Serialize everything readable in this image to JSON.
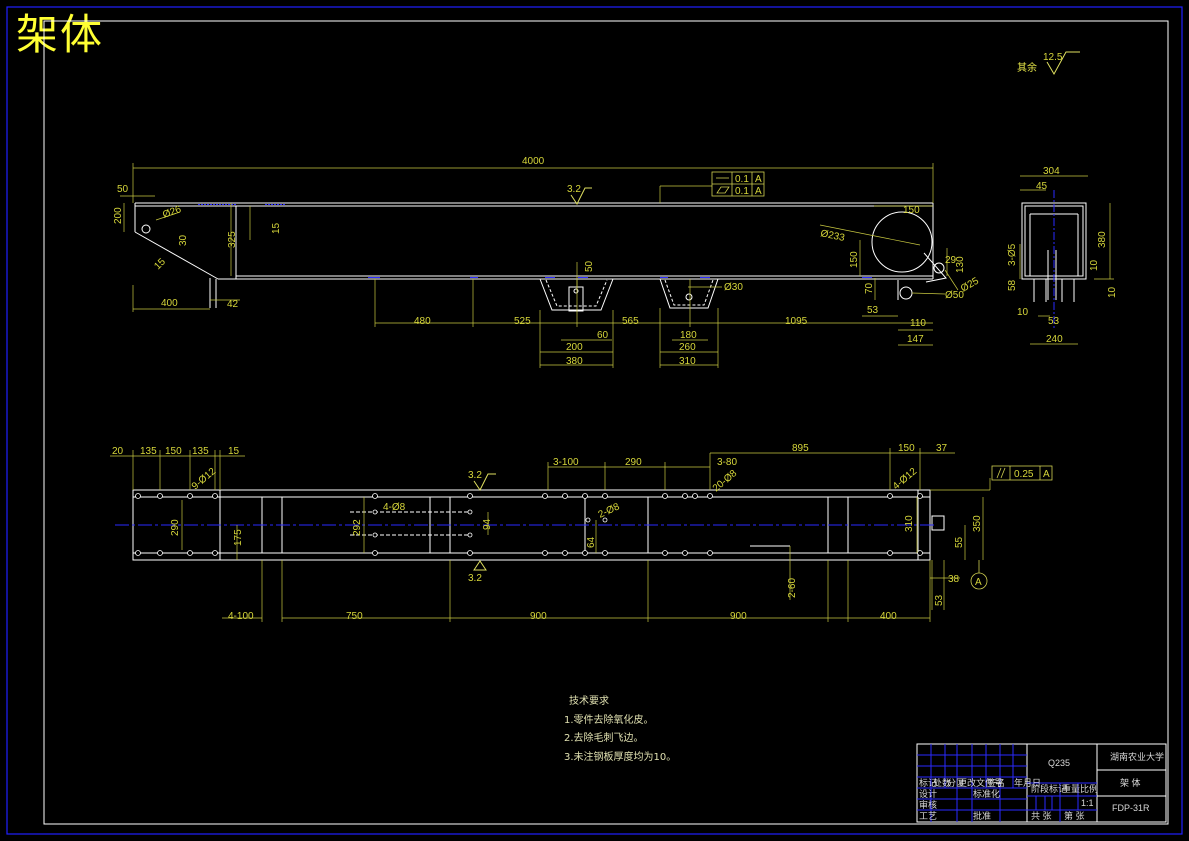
{
  "title": "架体",
  "roughness": {
    "other_label": "其余",
    "other_value": "12.5",
    "top": "3.2",
    "plan_top": "3.2",
    "plan_bottom": "3.2"
  },
  "gdt": {
    "flatness": "0.1",
    "parallel": "0.1",
    "datum": "A",
    "parallel_plan": "0.25",
    "datum_marker": "A"
  },
  "elevation_dims": {
    "total": "4000",
    "left_top": "50",
    "left_height": "200",
    "angle_dia": "Ø26",
    "d_a": "30",
    "d_b": "15",
    "left_width": "400",
    "left_gap": "42",
    "h325": "325",
    "h15": "15",
    "x480": "480",
    "x525": "525",
    "x565": "565",
    "x1095": "1095",
    "s1_50": "50",
    "s1_60": "60",
    "s1_200": "200",
    "s1_380": "380",
    "s2_dia": "Ø30",
    "s2_180": "180",
    "s2_260": "260",
    "s2_310": "310",
    "r_dia": "Ø233",
    "r_150": "150",
    "r_150b": "150",
    "r_70": "70",
    "r_29": "29",
    "r_130": "130",
    "r_25": "Ø25",
    "r_50": "Ø50",
    "r_53": "53",
    "r_110": "110",
    "r_147": "147"
  },
  "side_dims": {
    "w304": "304",
    "w45": "45",
    "h380": "380",
    "holes": "3-Ø5",
    "h58": "58",
    "h10": "10",
    "b10": "10",
    "b53": "53",
    "w240": "240"
  },
  "plan_dims": {
    "t20": "20",
    "t135a": "135",
    "t150": "150",
    "t135b": "135",
    "t15": "15",
    "h912a": "9-Ø12",
    "t3_100": "3-100",
    "t290": "290",
    "t3_80": "3-80",
    "t895": "895",
    "t150r": "150",
    "t37": "37",
    "h20_8": "20-Ø8",
    "h4_12": "4-Ø12",
    "h4_8": "4-Ø8",
    "h2_8": "2-Ø8",
    "v290": "290",
    "v175": "175",
    "v292": "292",
    "v94": "94",
    "v64": "64",
    "v310": "310",
    "v350": "350",
    "v55": "55",
    "b4_100": "4-100",
    "b750": "750",
    "b900a": "900",
    "b900b": "900",
    "b400": "400",
    "b2_60": "2-60",
    "b38": "38",
    "b53": "53"
  },
  "notes": {
    "heading": "技术要求",
    "items": [
      "1.零件去除氧化皮。",
      "2.去除毛刺飞边。",
      "3.未注钢板厚度均为10。"
    ]
  },
  "title_block": {
    "material": "Q235",
    "school": "湖南农业大学",
    "name": "架  体",
    "drawing_no": "FDP-31R",
    "scale": "1:1",
    "c1": "标记",
    "c2": "处数",
    "c3": "分区",
    "c4": "更改文件号",
    "c5": "签名",
    "c6": "年月日",
    "c7": "设计",
    "c8": "标准化",
    "c9": "审核",
    "c10": "工艺",
    "c11": "批准",
    "c12": "阶段标记",
    "c13": "重量",
    "c14": "比例",
    "c15": "共 张",
    "c16": "第 张"
  }
}
